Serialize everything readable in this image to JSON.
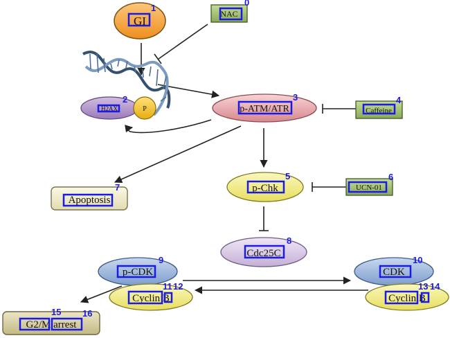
{
  "nodes": {
    "gi": "GI",
    "nac": "NAC",
    "h2ax": "H2AX",
    "p": "P",
    "patm_atr": "p-ATM/ATR",
    "caffeine": "Caffeine",
    "pchk": "p-Chk",
    "ucn01": "UCN-01",
    "apoptosis": "Apoptosis",
    "cdc25c": "Cdc25C",
    "pcdk": "p-CDK",
    "cyclin_b_left": "Cyclin B",
    "cdk": "CDK",
    "cyclin_b_right": "Cyclin B",
    "g2m_arrest": "G2/M arrest"
  },
  "annotations": [
    "0",
    "1",
    "2",
    "3",
    "4",
    "5",
    "6",
    "7",
    "8",
    "9",
    "10",
    "11",
    "12",
    "13",
    "14",
    "15",
    "16"
  ],
  "colors": {
    "orange": "#f5a03a",
    "green_box": "#9dba6a",
    "pink": "#e3a3a8",
    "yellow": "#f3ee86",
    "purple": "#b497cc",
    "lavender": "#d9c9e6",
    "blue": "#9fb7de",
    "beige": "#f1ecc8",
    "tan": "#d8cfa3",
    "annotation": "#1a1ae6"
  }
}
